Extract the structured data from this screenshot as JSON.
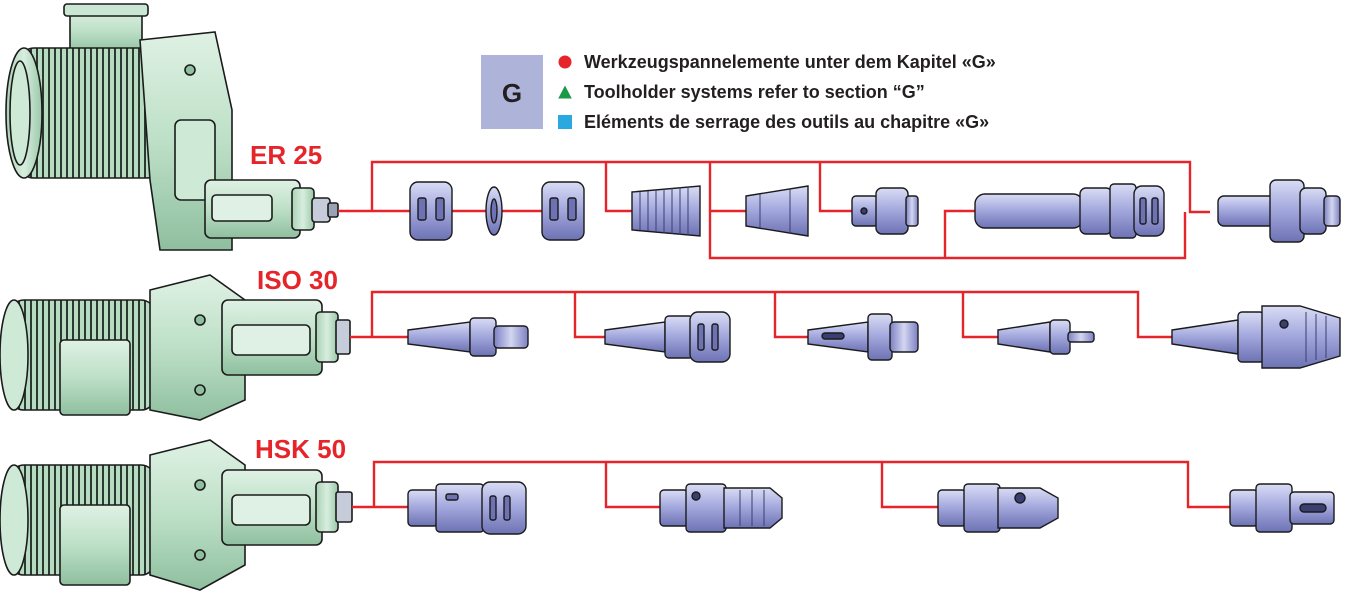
{
  "colors": {
    "accent_red": "#e5252a",
    "machine_green": "#bfe0c8",
    "tool_purple": "#9aa0d8",
    "legend_box": "#aeb3da",
    "circle_marker": "#e5252a",
    "triangle_marker": "#1a9a46",
    "square_marker": "#2aa8e0"
  },
  "legend": {
    "box_letter": "G",
    "items": [
      {
        "marker": "red-circle",
        "text": "Werkzeugspannelemente unter dem Kapitel «G»"
      },
      {
        "marker": "green-triangle",
        "text": "Toolholder systems refer to section “G”"
      },
      {
        "marker": "blue-square",
        "text": "Eléments de serrage des outils au chapitre «G»"
      }
    ]
  },
  "rows": [
    {
      "label": "ER 25",
      "tools": [
        "collet-nut",
        "ring",
        "collet-nut",
        "spring-collet",
        "taper-collet",
        "adapter",
        "extension-holder",
        "shank-holder"
      ]
    },
    {
      "label": "ISO 30",
      "tools": [
        "iso-holder",
        "iso-collet-chuck",
        "iso-morse-adapter",
        "iso-arbor",
        "iso-drill-chuck"
      ]
    },
    {
      "label": "HSK 50",
      "tools": [
        "hsk-collet-chuck",
        "hsk-hydro-chuck",
        "hsk-shrink-holder",
        "hsk-shell-holder"
      ]
    }
  ]
}
